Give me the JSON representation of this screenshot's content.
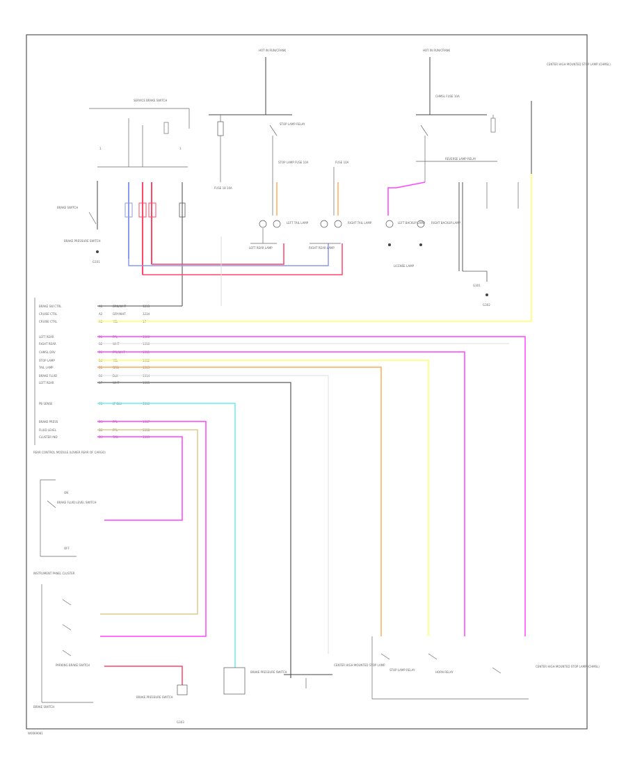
{
  "diagram": {
    "figure_id": "W0069081",
    "top_sources": [
      "HOT IN RUN/CRANK",
      "HOT IN RUN/CRANK"
    ],
    "switch_label": "SERVICE BRAKE SWITCH",
    "fuse_labels": [
      "FUSE 18 10A",
      "STOP LAMP FUSE 10A",
      "FUSE 10A",
      "CHMSL FUSE 10A"
    ],
    "relay_labels": [
      "STOP LAMP RELAY",
      "REVERSE LAMP RELAY",
      "HORN RELAY"
    ],
    "component_labels": {
      "left_brake_lamp": "LEFT REAR LAMP",
      "right_brake_lamp": "RIGHT REAR LAMP",
      "left_tail_lamp": "LEFT TAIL LAMP",
      "right_tail_lamp": "RIGHT TAIL LAMP",
      "rear_control_module": "REAR CONTROL MODULE (LOWER REAR OF CARGO)",
      "cluster": "INSTRUMENT PANEL CLUSTER",
      "brake_switch": "BRAKE SWITCH",
      "brake_pressure_switch": "BRAKE PRESSURE SWITCH",
      "brake_fluid_switch": "BRAKE FLUID LEVEL SWITCH",
      "parking_brake_switch": "PARKING BRAKE SWITCH",
      "center_high_mount": "CENTER HIGH MOUNTED STOP LAMP",
      "left_backup": "LEFT BACKUP LAMP",
      "right_backup": "RIGHT BACKUP LAMP",
      "license_lamp": "LICENSE LAMP",
      "ground_note": "G301",
      "corner_note": "CENTER HIGH MOUNTED STOP LAMP (CHMSL)"
    },
    "ground_labels": [
      "G101",
      "G302",
      "G303"
    ],
    "connector_rows": [
      {
        "pin": "A1",
        "label": "BRAKE SW CTRL",
        "color": "BRN/WHT",
        "circuit": "1233"
      },
      {
        "pin": "A2",
        "label": "CRUISE CTRL",
        "color": "GRY/WHT",
        "circuit": "1234"
      },
      {
        "pin": "A3",
        "label": "CRUISE CTRL",
        "color": "YEL",
        "circuit": "17"
      },
      {
        "pin": "B1",
        "label": "LEFT REAR",
        "color": "PPL",
        "circuit": "1309"
      },
      {
        "pin": "B2",
        "label": "RIGHT REAR",
        "color": "WHT",
        "circuit": "1310"
      },
      {
        "pin": "B3",
        "label": "CHMSL DRV",
        "color": "PPL/WHT",
        "circuit": "1311"
      },
      {
        "pin": "B4",
        "label": "STOP LAMP",
        "color": "YEL",
        "circuit": "1312"
      },
      {
        "pin": "B5",
        "label": "TAIL LAMP",
        "color": "ORN",
        "circuit": "1313"
      },
      {
        "pin": "B6",
        "label": "BRAKE FLUID",
        "color": "BLK",
        "circuit": "1314"
      },
      {
        "pin": "B7",
        "label": "LEFT REAR",
        "color": "WHT",
        "circuit": "1315"
      },
      {
        "pin": "C1",
        "label": "PB SENSE",
        "color": "LT BLU",
        "circuit": "1316"
      },
      {
        "pin": "D1",
        "label": "BRAKE PRESS",
        "color": "PPL",
        "circuit": "1317"
      },
      {
        "pin": "D2",
        "label": "FLUID LEVEL",
        "color": "PPL",
        "circuit": "1318"
      },
      {
        "pin": "D3",
        "label": "CLUSTER IND",
        "color": "TAN",
        "circuit": "1319"
      }
    ],
    "wire_colors": {
      "blue": "#8899ee",
      "red": "#ff4466",
      "magenta": "#ff44ff",
      "yellow": "#ffff66",
      "orange": "#ffaa55",
      "cyan": "#66eeee",
      "gray": "#777777",
      "tan": "#ddcc88",
      "black": "#444444"
    }
  }
}
